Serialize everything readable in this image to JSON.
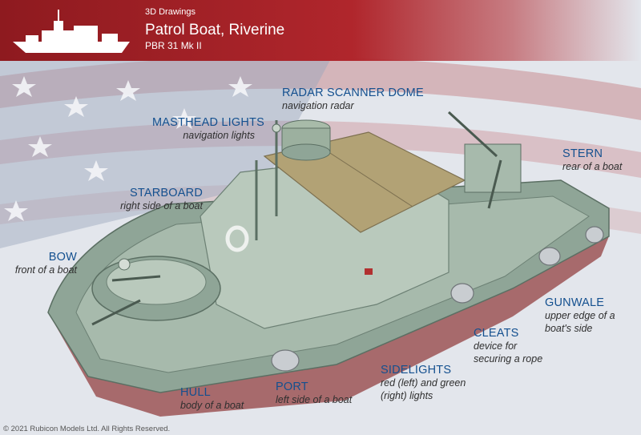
{
  "header": {
    "category": "3D Drawings",
    "title": "Patrol Boat, Riverine",
    "model": "PBR 31 Mk II"
  },
  "labels": {
    "radar": {
      "term": "RADAR SCANNER DOME",
      "desc": "navigation radar"
    },
    "masthead": {
      "term": "MASTHEAD LIGHTS",
      "desc": "navigation lights"
    },
    "stern": {
      "term": "STERN",
      "desc": "rear of a boat"
    },
    "starboard": {
      "term": "STARBOARD",
      "desc": "right side of a boat"
    },
    "bow": {
      "term": "BOW",
      "desc": "front of a boat"
    },
    "gunwale": {
      "term": "GUNWALE",
      "desc1": "upper edge of a",
      "desc2": "boat's side"
    },
    "cleats": {
      "term": "CLEATS",
      "desc1": "device for",
      "desc2": "securing a rope"
    },
    "sidelights": {
      "term": "SIDELIGHTS",
      "desc1": "red (left) and green",
      "desc2": "(right) lights"
    },
    "port": {
      "term": "PORT",
      "desc": "left side of a boat"
    },
    "hull": {
      "term": "HULL",
      "desc": "body of a boat"
    }
  },
  "copyright": "© 2021 Rubicon Models Ltd. All Rights Reserved.",
  "colors": {
    "banner": "#a3222a",
    "label_term": "#14508f",
    "deck": "#8fa597",
    "hull": "#a76a6c",
    "canopy": "#b2a275"
  }
}
